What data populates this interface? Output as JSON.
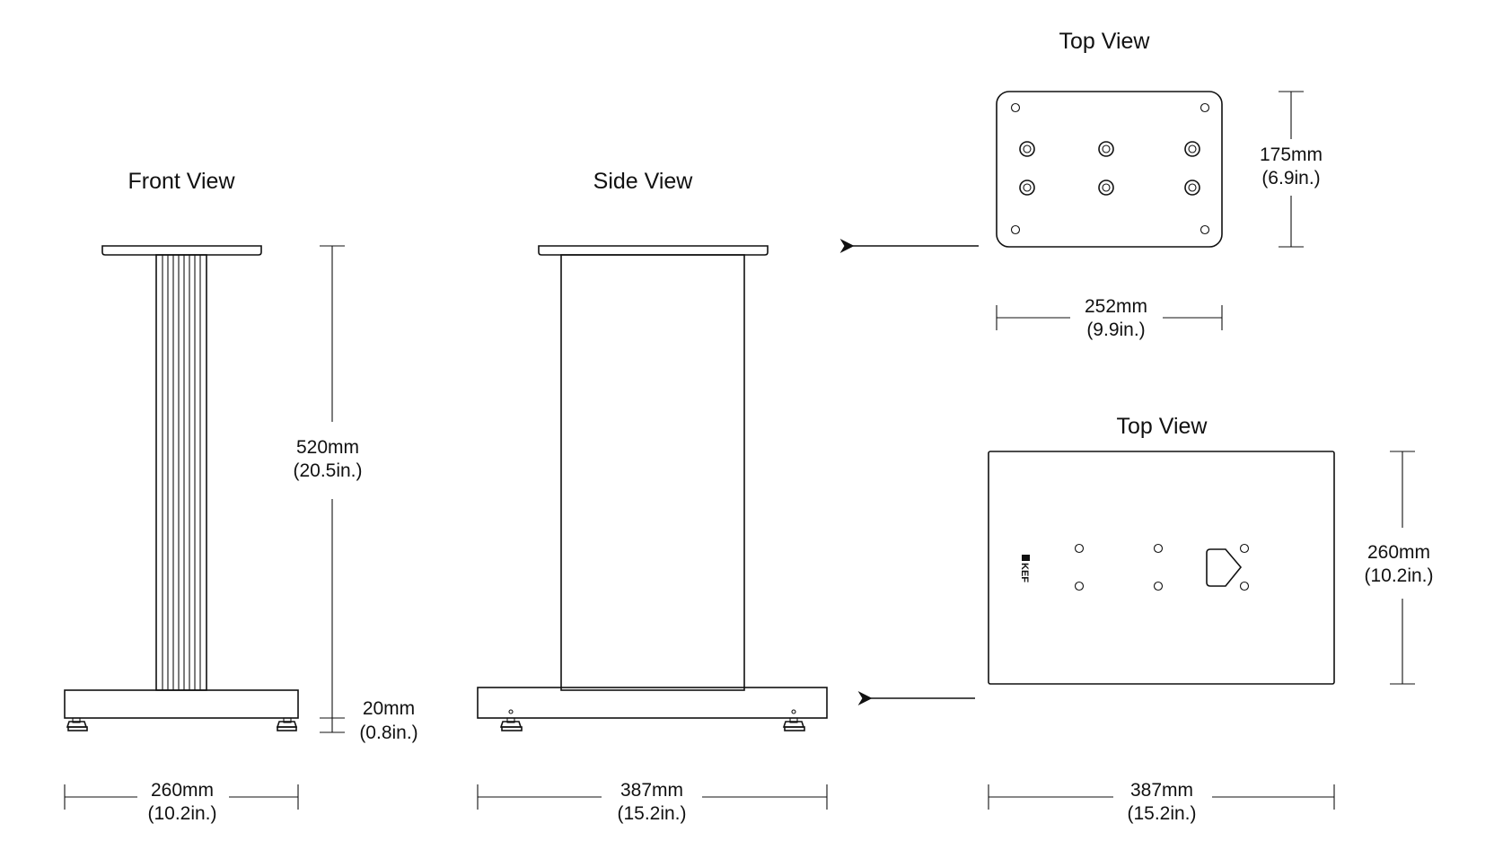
{
  "views": {
    "front": {
      "title": "Front View"
    },
    "side": {
      "title": "Side View"
    },
    "top_plate": {
      "title": "Top View"
    },
    "top_base": {
      "title": "Top View",
      "logo": "KEF"
    }
  },
  "dimensions": {
    "front_height": {
      "mm": "520mm",
      "in": "(20.5in.)"
    },
    "front_foot": {
      "mm": "20mm",
      "in": "(0.8in.)"
    },
    "front_width": {
      "mm": "260mm",
      "in": "(10.2in.)"
    },
    "side_width": {
      "mm": "387mm",
      "in": "(15.2in.)"
    },
    "plate_height": {
      "mm": "175mm",
      "in": "(6.9in.)"
    },
    "plate_width": {
      "mm": "252mm",
      "in": "(9.9in.)"
    },
    "base_height": {
      "mm": "260mm",
      "in": "(10.2in.)"
    },
    "base_width": {
      "mm": "387mm",
      "in": "(15.2in.)"
    }
  },
  "colors": {
    "line": "#111111",
    "background": "#ffffff"
  }
}
